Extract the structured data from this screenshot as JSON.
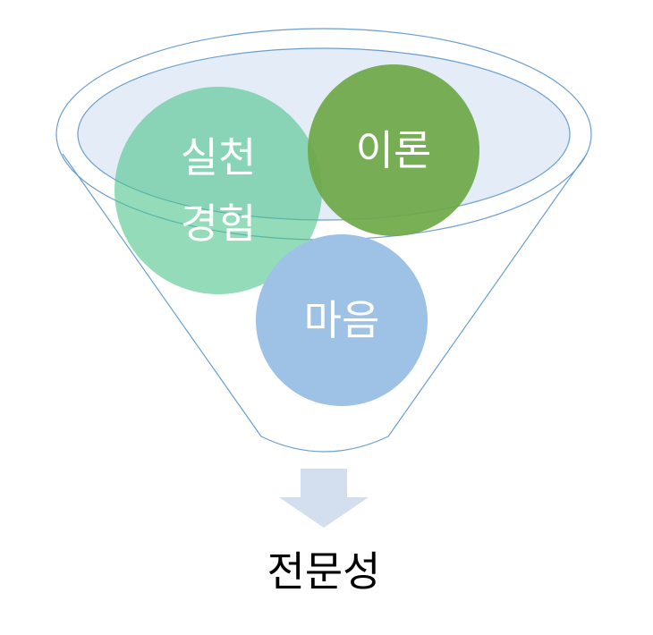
{
  "diagram": {
    "circles": {
      "practice": {
        "line1": "실천",
        "line2": "경험"
      },
      "theory": {
        "label": "이론"
      },
      "mind": {
        "label": "마음"
      }
    },
    "result": {
      "label": "전문성"
    }
  },
  "colors": {
    "funnel_outline": "#6a9fd0",
    "funnel_top_fill": "#e3ecf7",
    "practice_circle": "#4cc48a",
    "theory_circle": "#6ea847",
    "mind_circle": "#9dc2e6",
    "arrow": "#d3deee",
    "label_light": "#ffffff",
    "label_dark": "#000000"
  }
}
